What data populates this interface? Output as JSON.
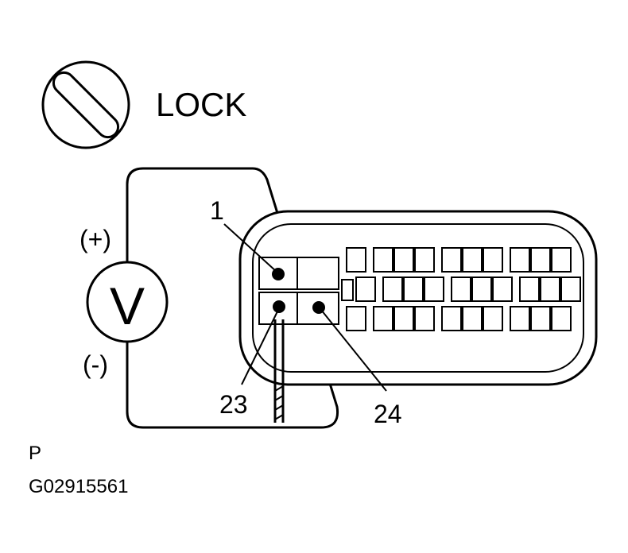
{
  "ignition": {
    "icon": "ignition-key-lock-icon",
    "position_label": "LOCK"
  },
  "voltmeter": {
    "icon": "voltmeter-icon",
    "symbol": "V",
    "positive_label": "(+)",
    "negative_label": "(-)"
  },
  "terminals": {
    "t1": "1",
    "t23": "23",
    "t24": "24"
  },
  "footer": {
    "mark": "P",
    "code": "G02915561"
  }
}
